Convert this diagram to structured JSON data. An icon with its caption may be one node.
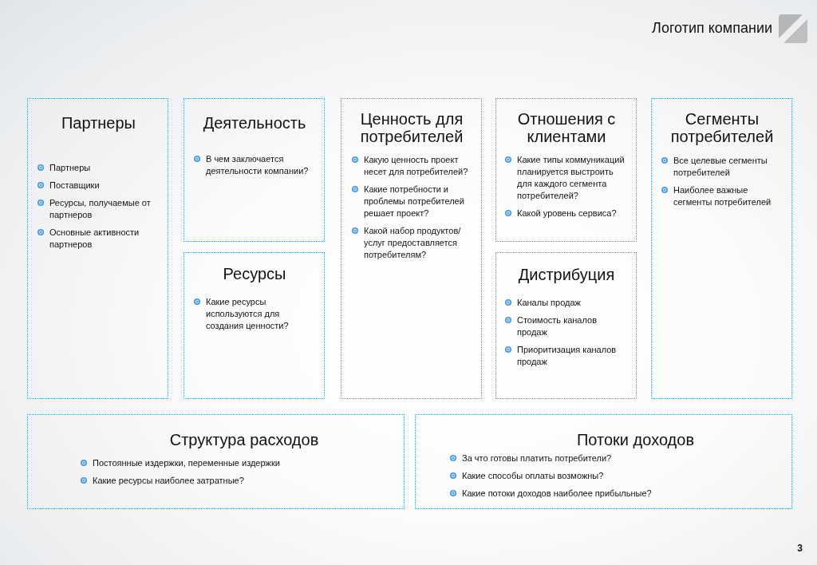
{
  "diagram": {
    "nodes": [
      {
        "text": [
          "Партнеры",
          "Партнеры",
          "Поставщики",
          "Ресурсы, получаемые от партнеров",
          "Основные активности партнеров"
        ]
      },
      {
        "text": [
          "Деятельность",
          "В чем заключается деятельности компании?"
        ]
      },
      {
        "text": [
          "Ценность для потребителей",
          "Какую ценность проект несет для потребителей?",
          "Какие потребности и проблемы потребителей решает проект?",
          "Какой набор продуктов/услуг предоставляется потребителям?"
        ]
      },
      {
        "text": [
          "Отношения с клиентами",
          "Какие типы коммуникаций планируется выстроить для каждого сегмента потребителей?",
          "Какой уровень сервиса?"
        ]
      },
      {
        "text": [
          "Сегменты потребителей",
          "Все целевые сегменты потребителей",
          "Наиболее важные сегменты потребителей"
        ]
      },
      {
        "text": [
          "Ресурсы",
          "Какие ресурсы используются для создания ценности?"
        ]
      },
      {
        "text": [
          "Дистрибуция",
          "Каналы продаж",
          "Стоимость каналов продаж",
          "Приоритизация каналов продаж"
        ]
      },
      {
        "text": [
          "Структура расходов",
          "Постоянные издержки, переменные издержки",
          "Какие ресурсы наиболее затратные?"
        ]
      },
      {
        "text": [
          "Потоки доходов",
          "За что готовы платить потребители?",
          "Какие способы оплаты возможны?",
          "Какие потоки доходов наиболее прибыльные?"
        ]
      }
    ],
    "edges": [],
    "labels": [
      "Логотип компании",
      "3"
    ]
  }
}
